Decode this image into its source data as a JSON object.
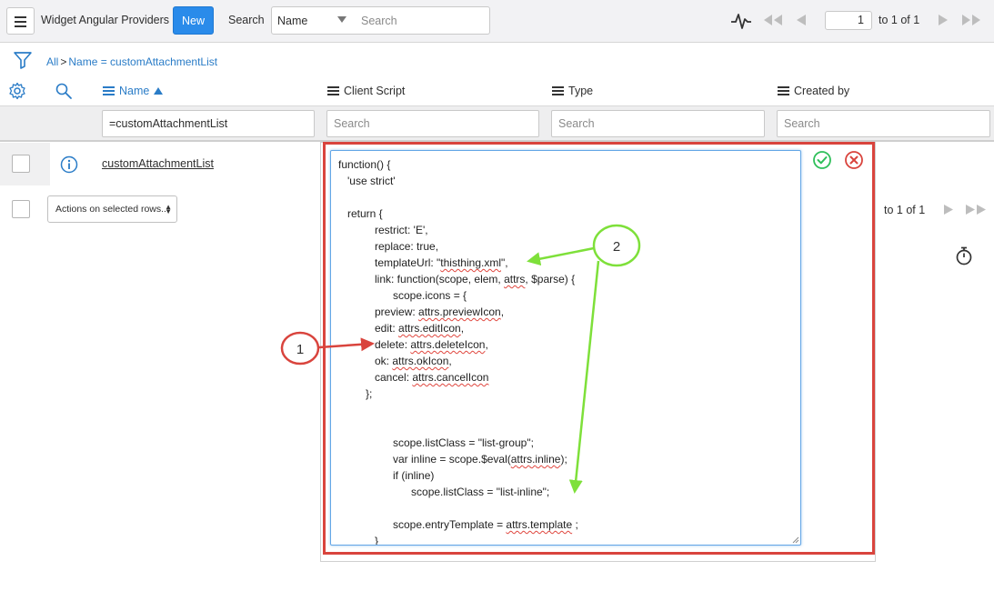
{
  "header": {
    "title": "Widget Angular Providers",
    "new_label": "New",
    "search_label": "Search",
    "search_field": "Name",
    "search_placeholder": "Search",
    "page_number": "1",
    "page_of": "to 1 of 1"
  },
  "breadcrumb": {
    "all": "All",
    "sep": ">",
    "condition": "Name = customAttachmentList"
  },
  "columns": {
    "name": "Name",
    "client_script": "Client Script",
    "type": "Type",
    "created_by": "Created by"
  },
  "filters": {
    "name_value": "=customAttachmentList",
    "search_placeholder": "Search"
  },
  "rows": [
    {
      "name": "customAttachmentList"
    }
  ],
  "actions_label": "Actions on selected rows...",
  "footer_pager_of": "to 1 of 1",
  "code": {
    "lines": [
      [
        {
          "t": "function() {"
        }
      ],
      [
        {
          "t": "   'use strict'"
        }
      ],
      [
        {
          "t": ""
        }
      ],
      [
        {
          "t": "   return {"
        }
      ],
      [
        {
          "t": "            restrict: 'E',"
        }
      ],
      [
        {
          "t": "            replace: true,"
        }
      ],
      [
        {
          "t": "            templateUrl: \""
        },
        {
          "t": "thisthing.xml",
          "s": true
        },
        {
          "t": "\","
        }
      ],
      [
        {
          "t": "            link: function(scope, elem, "
        },
        {
          "t": "attrs",
          "s": true
        },
        {
          "t": ", $parse) {"
        }
      ],
      [
        {
          "t": "                  scope.icons = {"
        }
      ],
      [
        {
          "t": "            preview: "
        },
        {
          "t": "attrs.previewIcon",
          "s": true
        },
        {
          "t": ","
        }
      ],
      [
        {
          "t": "            edit: "
        },
        {
          "t": "attrs.editIcon",
          "s": true
        },
        {
          "t": ","
        }
      ],
      [
        {
          "t": "            delete: "
        },
        {
          "t": "attrs.deleteIcon",
          "s": true
        },
        {
          "t": ","
        }
      ],
      [
        {
          "t": "            ok: "
        },
        {
          "t": "attrs.okIcon",
          "s": true
        },
        {
          "t": ","
        }
      ],
      [
        {
          "t": "            cancel: "
        },
        {
          "t": "attrs.cancelIcon",
          "s": true
        }
      ],
      [
        {
          "t": "         };"
        }
      ],
      [
        {
          "t": ""
        }
      ],
      [
        {
          "t": ""
        }
      ],
      [
        {
          "t": "                  scope.listClass = \"list-group\";"
        }
      ],
      [
        {
          "t": "                  var inline = scope.$eval("
        },
        {
          "t": "attrs.inline",
          "s": true
        },
        {
          "t": ");"
        }
      ],
      [
        {
          "t": "                  if (inline)"
        }
      ],
      [
        {
          "t": "                        scope.listClass = \"list-inline\";"
        }
      ],
      [
        {
          "t": ""
        }
      ],
      [
        {
          "t": "                  scope.entryTemplate = "
        },
        {
          "t": "attrs.template",
          "s": true
        },
        {
          "t": " ;"
        }
      ],
      [
        {
          "t": "            }"
        }
      ]
    ]
  },
  "annotations": {
    "callout_1": "1",
    "callout_2": "2",
    "color_1": "#d9443d",
    "color_2": "#7ee03a"
  },
  "colors": {
    "accent": "#2a8bea",
    "link": "#2a7cc7",
    "frame": "#d9443d",
    "ok": "#2fbf5a",
    "cancel": "#d9443d"
  }
}
